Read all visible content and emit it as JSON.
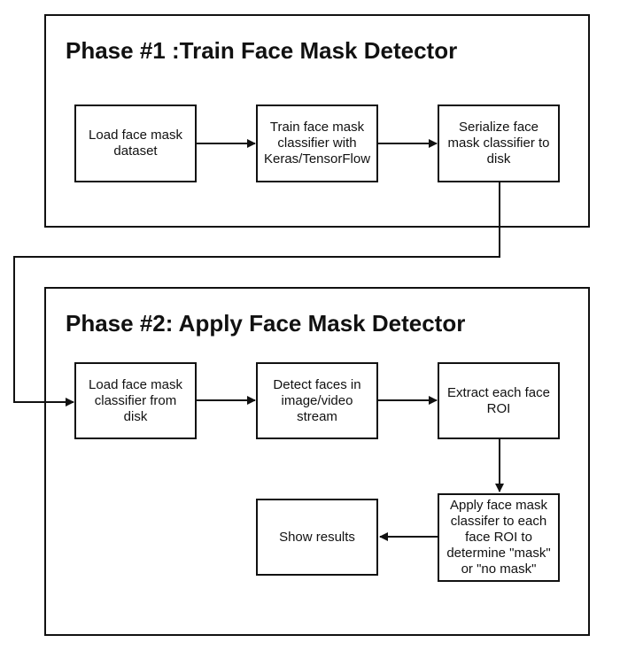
{
  "phase1": {
    "title": "Phase #1 :Train Face Mask Detector",
    "steps": [
      "Load face mask dataset",
      "Train face mask classifier with Keras/TensorFlow",
      "Serialize face mask classifier to disk"
    ]
  },
  "phase2": {
    "title": "Phase #2: Apply Face Mask Detector",
    "steps": [
      "Load face mask classifier from disk",
      "Detect faces in image/video stream",
      "Extract each face ROI",
      "Apply face mask classifer to each face ROI to determine \"mask\" or \"no mask\"",
      "Show results"
    ]
  }
}
